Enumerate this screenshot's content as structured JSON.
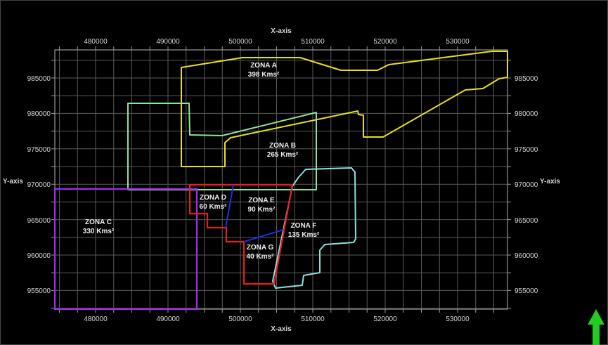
{
  "axes": {
    "x_title": "X-axis",
    "y_title": "Y-axis",
    "x_ticks": [
      "480000",
      "490000",
      "500000",
      "510000",
      "520000",
      "530000"
    ],
    "y_ticks": [
      "985000",
      "980000",
      "975000",
      "970000",
      "965000",
      "960000",
      "955000"
    ]
  },
  "zones": [
    {
      "name": "ZONA A",
      "area": "398 Kms²",
      "color": "#e6e01e"
    },
    {
      "name": "ZONA B",
      "area": "265 Kms²",
      "color": "#8fe39a"
    },
    {
      "name": "ZONA C",
      "area": "330 Kms²",
      "color": "#9b30e6"
    },
    {
      "name": "ZONA D",
      "area": "60 Kms²",
      "color": "#e61e1e"
    },
    {
      "name": "ZONA E",
      "area": "90 Kms²",
      "color": "#e61e1e"
    },
    {
      "name": "ZONA F",
      "area": "135 Kms²",
      "color": "#8ee0e0"
    },
    {
      "name": "ZONA G",
      "area": "40 Kms²",
      "color": "#e61e1e"
    }
  ],
  "divider_color": "#1e2ee6",
  "north_arrow_color": "#22cc22"
}
